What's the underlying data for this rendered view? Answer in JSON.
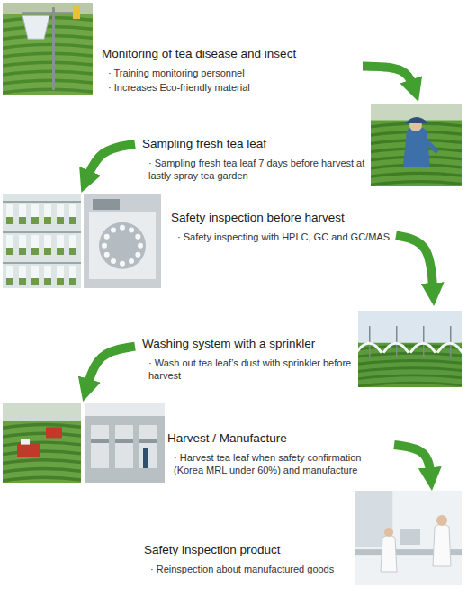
{
  "diagram": {
    "nodes": [
      {
        "text": [
          "Monitoring of tea disease and insect",
          "· Training monitoring personnel",
          "· Increases Eco-friendly material"
        ]
      },
      {
        "text": [
          "Sampling fresh tea leaf",
          "· Sampling fresh tea leaf 7 days before harvest at lastly spray tea garden"
        ]
      },
      {
        "text": [
          "Safety inspection before harvest",
          "· Safety inspecting with HPLC, GC and GC/MAS"
        ]
      },
      {
        "text": [
          "Washing system with a sprinkler",
          "· Wash out tea leaf’s dust with sprinkler before harvest"
        ]
      },
      {
        "text": [
          "Harvest / Manufacture",
          "· Harvest tea leaf when safety confirmation (Korea MRL under 60%) and manufacture"
        ]
      },
      {
        "text": [
          "Safety inspection product",
          "· Reinspection about manufactured goods"
        ]
      }
    ],
    "edges": [
      {
        "from": 0,
        "to": 1,
        "arrow": "to"
      },
      {
        "from": 1,
        "to": 2,
        "arrow": "to"
      },
      {
        "from": 2,
        "to": 3,
        "arrow": "to"
      },
      {
        "from": 3,
        "to": 4,
        "arrow": "to"
      },
      {
        "from": 4,
        "to": 5,
        "arrow": "to"
      }
    ]
  }
}
